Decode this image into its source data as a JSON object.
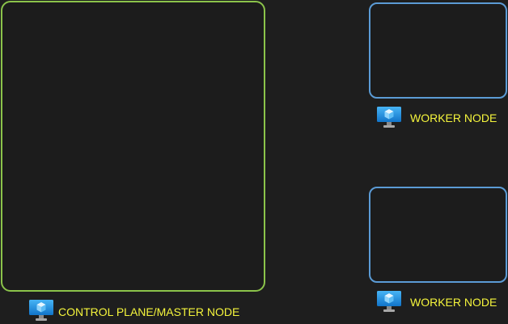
{
  "colors": {
    "background": "#1e1e1e",
    "control_border": "#8bc34a",
    "worker_border": "#5b9bd5",
    "label_text": "#f5f53c"
  },
  "nodes": {
    "control_plane": {
      "label": "CONTROL PLANE/MASTER NODE",
      "icon": "virtual-machine-icon"
    },
    "worker_1": {
      "label": "WORKER NODE",
      "icon": "virtual-machine-icon"
    },
    "worker_2": {
      "label": "WORKER NODE",
      "icon": "virtual-machine-icon"
    }
  }
}
